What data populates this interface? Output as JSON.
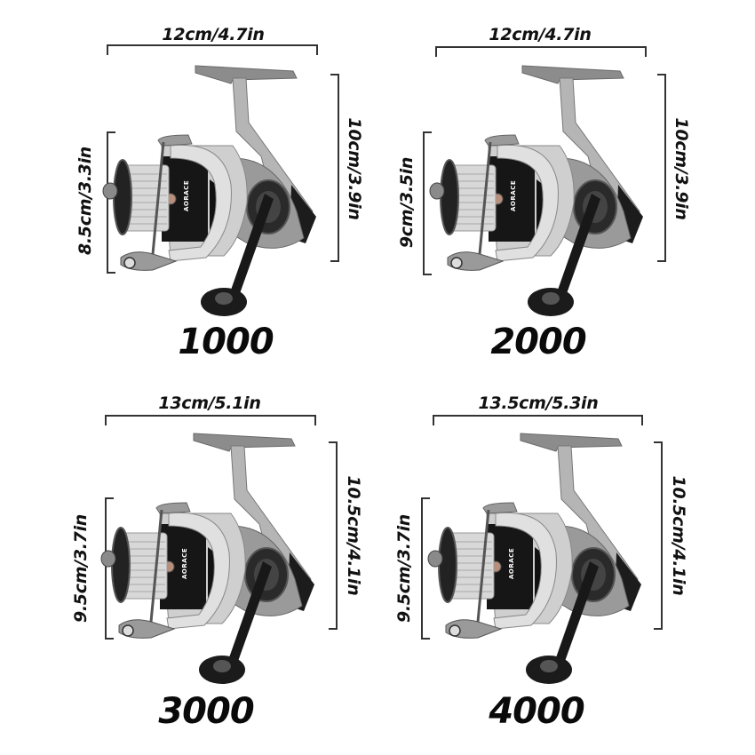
{
  "brand": "AORACE",
  "colors": {
    "background": "#ffffff",
    "text": "#111111",
    "bracket": "#333333",
    "reel_silver": "#c8c8c8",
    "reel_dark_silver": "#8a8a8a",
    "reel_black": "#1a1a1a"
  },
  "reels": [
    {
      "model": "1000",
      "width_label": "12cm/4.7in",
      "height_label": "10cm/3.9in",
      "spool_label": "8.5cm/3.3in"
    },
    {
      "model": "2000",
      "width_label": "12cm/4.7in",
      "height_label": "10cm/3.9in",
      "spool_label": "9cm/3.5in"
    },
    {
      "model": "3000",
      "width_label": "13cm/5.1in",
      "height_label": "10.5cm/4.1in",
      "spool_label": "9.5cm/3.7in"
    },
    {
      "model": "4000",
      "width_label": "13.5cm/5.3in",
      "height_label": "10.5cm/4.1in",
      "spool_label": "9.5cm/3.7in"
    }
  ]
}
